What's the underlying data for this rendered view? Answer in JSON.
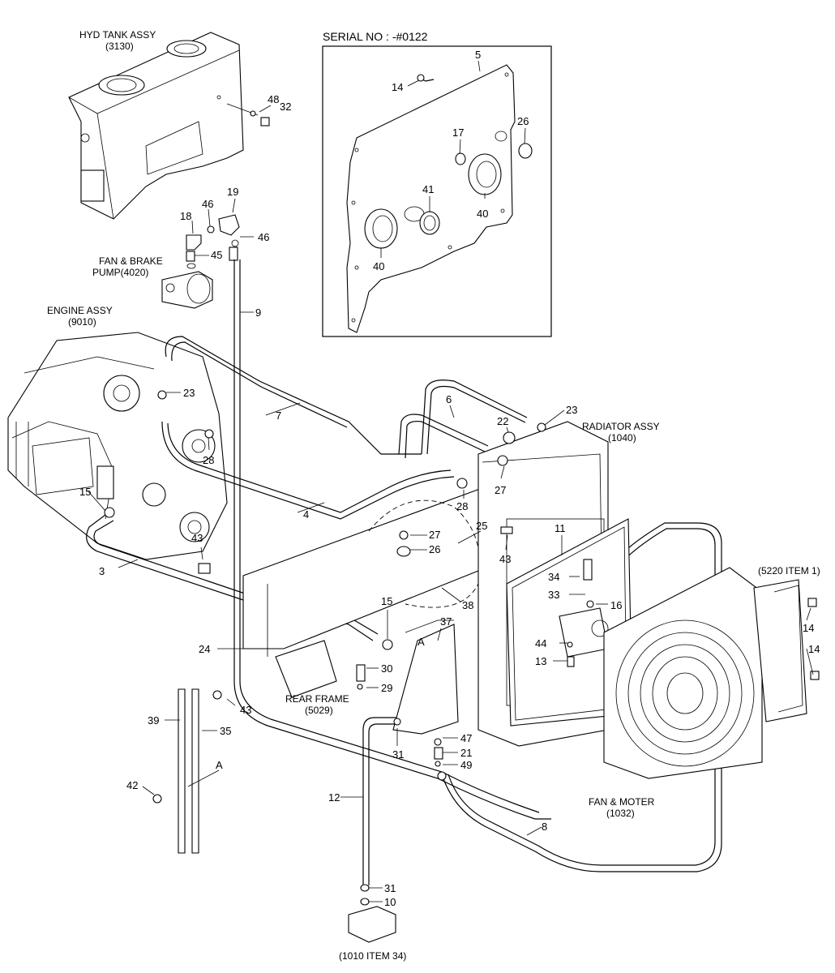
{
  "serial_box": {
    "title": "SERIAL NO : -#0122"
  },
  "assemblies": {
    "hyd_tank": "HYD TANK ASSY",
    "hyd_tank_code": "(3130)",
    "pump_line1": "FAN & BRAKE",
    "pump_line2": "PUMP(4020)",
    "engine": "ENGINE ASSY",
    "engine_code": "(9010)",
    "radiator": "RADIATOR ASSY",
    "radiator_code": "(1040)",
    "item_ref": "(5220 ITEM 1)",
    "rear_frame": "REAR FRAME",
    "rear_frame_code": "(5029)",
    "fan_motor": "FAN & MOTER",
    "fan_motor_code": "(1032)",
    "bottom_ref": "(1010 ITEM 34)"
  },
  "callouts": {
    "c48": "48",
    "c32": "32",
    "c19": "19",
    "c18": "18",
    "c46a": "46",
    "c46b": "46",
    "c45": "45",
    "c9": "9",
    "c5": "5",
    "c14a": "14",
    "c17": "17",
    "c26a": "26",
    "c41": "41",
    "c40a": "40",
    "c40b": "40",
    "c23a": "23",
    "c7": "7",
    "c6": "6",
    "c22": "22",
    "c23b": "23",
    "c27a": "27",
    "c28a": "28",
    "c28b": "28",
    "c15a": "15",
    "c4": "4",
    "c27b": "27",
    "c26b": "26",
    "c25": "25",
    "c43a": "43",
    "c11": "11",
    "c43b": "43",
    "c3": "3",
    "c34": "34",
    "c33": "33",
    "c16": "16",
    "c38": "38",
    "c15b": "15",
    "c37": "37",
    "cA1": "A",
    "c24": "24",
    "c44": "44",
    "c13": "13",
    "c30": "30",
    "c29": "29",
    "c43c": "43",
    "c14b": "14",
    "c14c": "14",
    "c39": "39",
    "c35": "35",
    "c31a": "31",
    "c47": "47",
    "c21": "21",
    "c49": "49",
    "cA2": "A",
    "c42": "42",
    "c12": "12",
    "c8": "8",
    "c31b": "31",
    "c10": "10"
  }
}
